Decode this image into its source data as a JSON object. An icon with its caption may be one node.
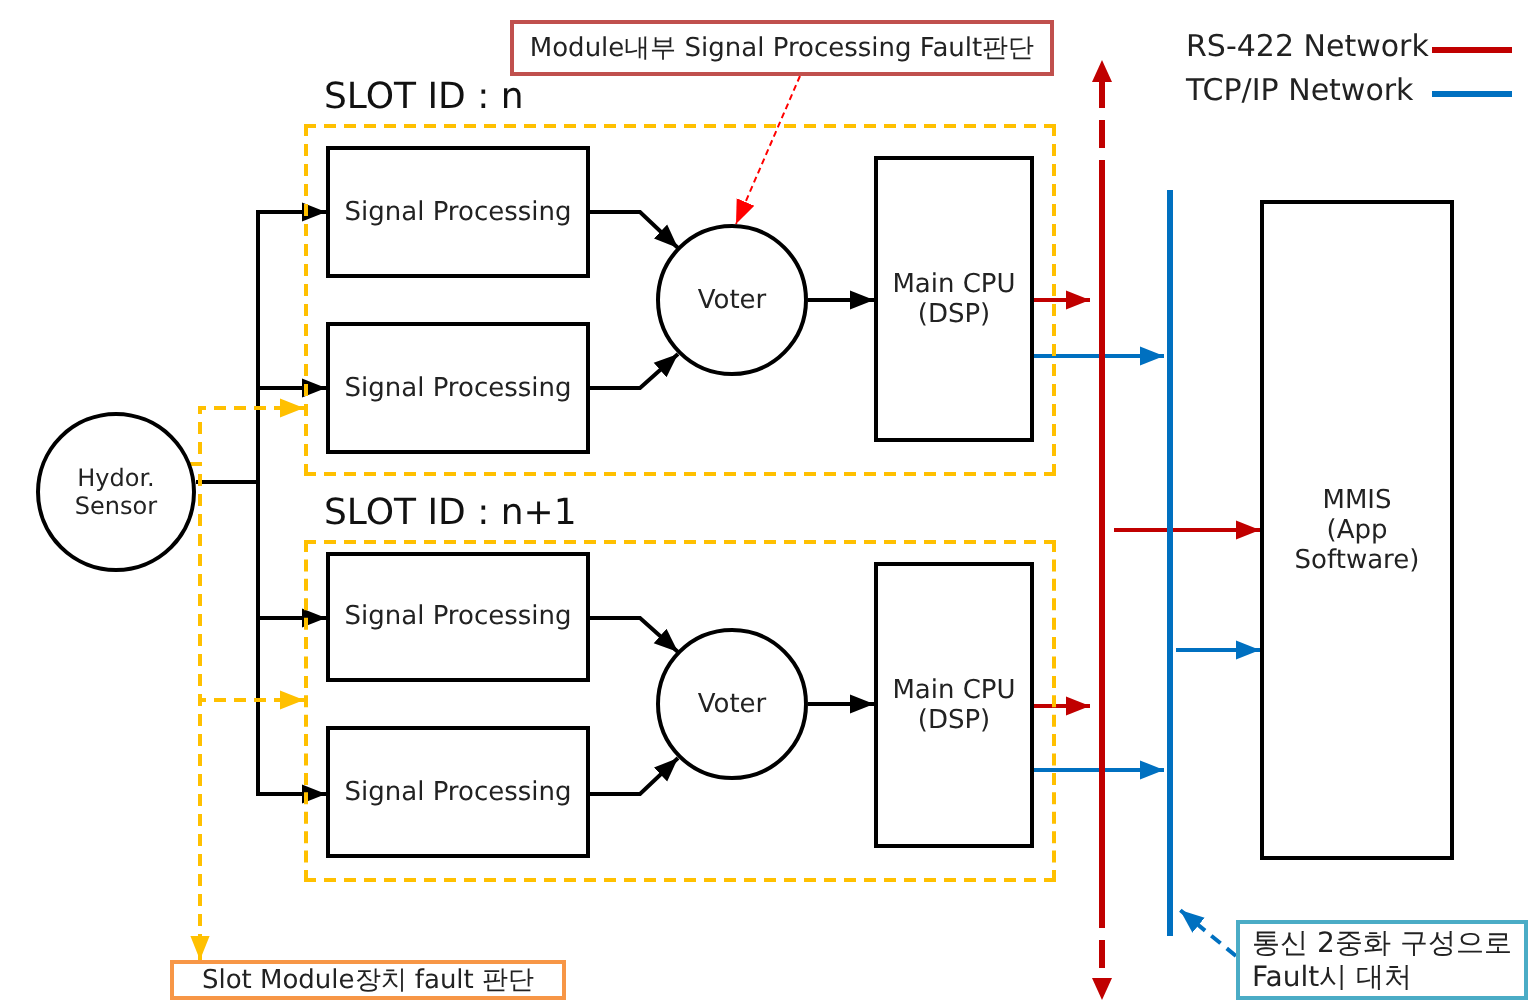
{
  "diagram": {
    "nodes": [
      {
        "text": [
          "Module내부 Signal Processing Fault판단"
        ]
      },
      {
        "text": [
          "SLOT ID : n"
        ]
      },
      {
        "text": [
          "Signal Processing"
        ],
        "in": 1
      },
      {
        "text": [
          "Signal Processing"
        ],
        "in": 1
      },
      {
        "text": [
          "Voter"
        ],
        "in": 1
      },
      {
        "text": [
          "Main CPU (DSP)"
        ],
        "in": 1
      },
      {
        "text": [
          "SLOT ID : n+1"
        ]
      },
      {
        "text": [
          "Signal Processing"
        ],
        "in": 6
      },
      {
        "text": [
          "Signal Processing"
        ],
        "in": 6
      },
      {
        "text": [
          "Voter"
        ],
        "in": 6
      },
      {
        "text": [
          "Main CPU (DSP)"
        ],
        "in": 6
      },
      {
        "text": [
          "Hydor. Sensor"
        ]
      },
      {
        "text": [
          "MMIS (App Software)"
        ]
      },
      {
        "text": [],
        "shape": "bar"
      },
      {
        "text": [],
        "shape": "bar"
      },
      {
        "text": [
          "Slot Module장치 fault 판단"
        ]
      },
      {
        "text": [
          "통신 2중화 구성으로 Fault시 대처"
        ]
      }
    ],
    "edges": [
      {
        "from": 11,
        "to": 2,
        "arrow": "to"
      },
      {
        "from": 11,
        "to": 3,
        "arrow": "to"
      },
      {
        "from": 11,
        "to": 7,
        "arrow": "to"
      },
      {
        "from": 11,
        "to": 8,
        "arrow": "to"
      },
      {
        "from": 2,
        "to": 4,
        "arrow": "to"
      },
      {
        "from": 3,
        "to": 4,
        "arrow": "to"
      },
      {
        "from": 4,
        "to": 5,
        "arrow": "to"
      },
      {
        "from": 7,
        "to": 9,
        "arrow": "to"
      },
      {
        "from": 8,
        "to": 9,
        "arrow": "to"
      },
      {
        "from": 9,
        "to": 10,
        "arrow": "to"
      },
      {
        "from": 5,
        "to": 13,
        "arrow": "to",
        "color": "#c00000"
      },
      {
        "from": 5,
        "to": 14,
        "arrow": "to",
        "color": "#0070c0"
      },
      {
        "from": 10,
        "to": 13,
        "arrow": "to",
        "color": "#c00000"
      },
      {
        "from": 10,
        "to": 14,
        "arrow": "to",
        "color": "#0070c0"
      },
      {
        "from": 13,
        "to": 12,
        "arrow": "to",
        "color": "#c00000"
      },
      {
        "from": 14,
        "to": 12,
        "arrow": "to",
        "color": "#0070c0"
      },
      {
        "from": 0,
        "to": 4,
        "arrow": "to",
        "style": "dashed",
        "color": "#ff0000"
      },
      {
        "from": 11,
        "to": 1,
        "arrow": "to",
        "style": "dashed",
        "color": "#ffc000"
      },
      {
        "from": 11,
        "to": 6,
        "arrow": "to",
        "style": "dashed",
        "color": "#ffc000"
      },
      {
        "from": 11,
        "to": 15,
        "arrow": "to",
        "style": "dashed",
        "color": "#ffc000"
      },
      {
        "from": 16,
        "to": 14,
        "arrow": "to",
        "style": "dashed",
        "color": "#0070c0"
      }
    ],
    "legend": [
      {
        "text": "RS-422 Network"
      },
      {
        "text": "TCP/IP Network"
      }
    ]
  }
}
